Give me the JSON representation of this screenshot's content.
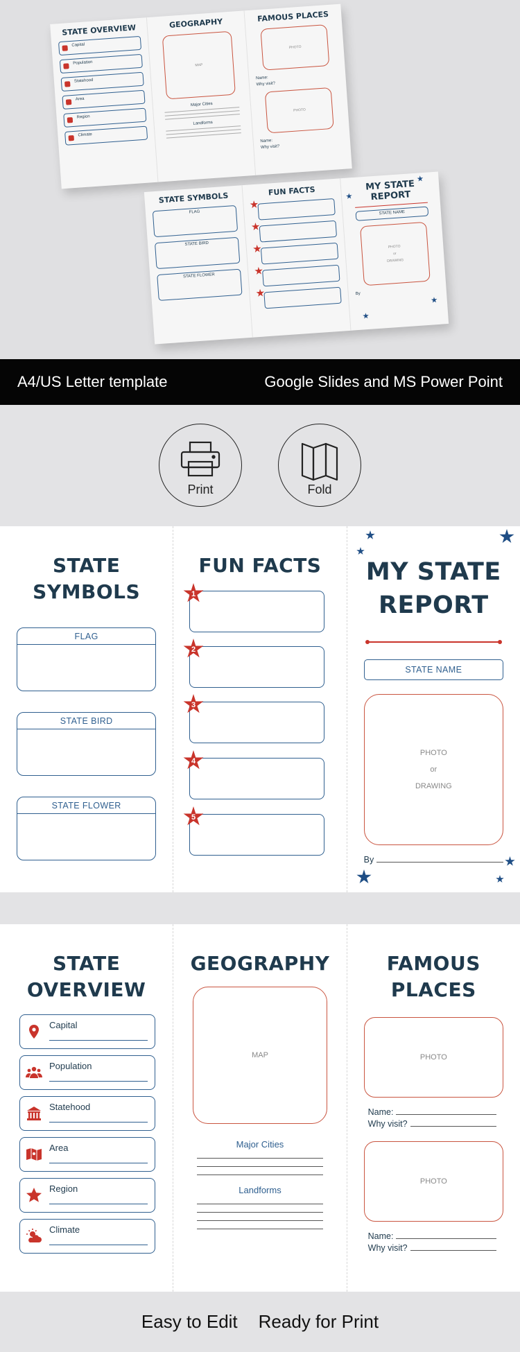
{
  "hero": {
    "sheet_a": {
      "overview_title": "STATE OVERVIEW",
      "overview_items": [
        "Capital",
        "Population",
        "Statehood",
        "Area",
        "Region",
        "Climate"
      ],
      "geography_title": "GEOGRAPHY",
      "map_label": "MAP",
      "major_cities": "Major Cities",
      "landforms": "Landforms",
      "places_title": "FAMOUS PLACES",
      "photo": "PHOTO",
      "name": "Name:",
      "why": "Why visit?"
    },
    "sheet_b": {
      "symbols_title": "STATE SYMBOLS",
      "flag": "FLAG",
      "bird": "STATE BIRD",
      "flower": "STATE FLOWER",
      "facts_title": "FUN FACTS",
      "report_title": "MY STATE REPORT",
      "state_name": "STATE NAME",
      "photo_lines": [
        "PHOTO",
        "or",
        "DRAWING"
      ],
      "by": "By"
    }
  },
  "banner": {
    "left": "A4/US Letter template",
    "right": "Google Slides and MS Power Point"
  },
  "tools": {
    "print": "Print",
    "fold": "Fold"
  },
  "sheet1": {
    "symbols": {
      "title_line1": "STATE",
      "title_line2": "SYMBOLS",
      "flag": "FLAG",
      "bird": "STATE BIRD",
      "flower": "STATE FLOWER"
    },
    "facts": {
      "title": "FUN FACTS",
      "numbers": [
        "1",
        "2",
        "3",
        "4",
        "5"
      ]
    },
    "report": {
      "title_line1": "MY STATE",
      "title_line2": "REPORT",
      "state_name": "STATE NAME",
      "photo": "PHOTO",
      "or": "or",
      "drawing": "DRAWING",
      "by": "By"
    }
  },
  "sheet2": {
    "overview": {
      "title_line1": "STATE",
      "title_line2": "OVERVIEW",
      "items": [
        {
          "label": "Capital",
          "icon": "map-pin-icon"
        },
        {
          "label": "Population",
          "icon": "people-icon"
        },
        {
          "label": "Statehood",
          "icon": "capitol-building-icon"
        },
        {
          "label": "Area",
          "icon": "map-icon"
        },
        {
          "label": "Region",
          "icon": "star-icon"
        },
        {
          "label": "Climate",
          "icon": "sun-cloud-icon"
        }
      ]
    },
    "geography": {
      "title": "GEOGRAPHY",
      "map": "MAP",
      "major_cities": "Major Cities",
      "landforms": "Landforms"
    },
    "places": {
      "title_line1": "FAMOUS",
      "title_line2": "PLACES",
      "photo": "PHOTO",
      "name": "Name:",
      "why": "Why visit?"
    }
  },
  "footer": {
    "left": "Easy to Edit",
    "right": "Ready for Print"
  },
  "colors": {
    "navy": "#1f3a4d",
    "blue": "#2f5f8f",
    "red": "#c9342b",
    "star_blue": "#1f4e85"
  }
}
